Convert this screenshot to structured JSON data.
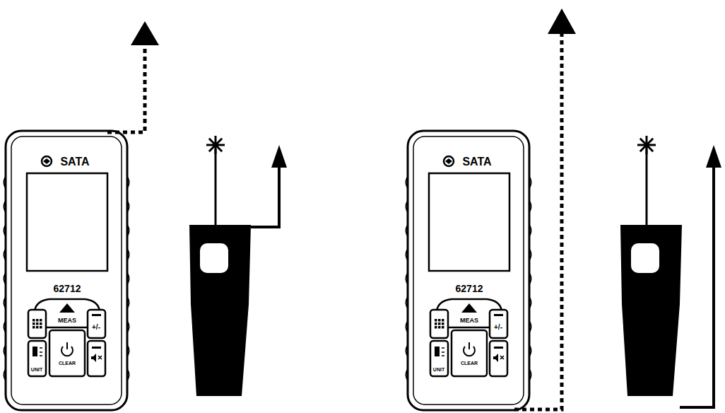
{
  "diagram": {
    "labels": [
      "SATA",
      "62712",
      "MEAS",
      "+/-",
      "CLEAR",
      "UNIT",
      "SATA",
      "62712",
      "MEAS",
      "+/-",
      "CLEAR",
      "UNIT"
    ]
  }
}
